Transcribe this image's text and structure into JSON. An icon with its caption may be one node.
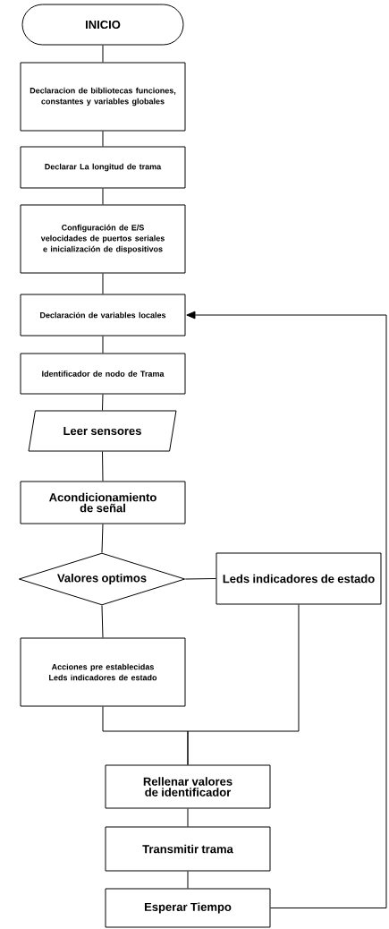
{
  "diagram": {
    "nodes": [
      {
        "text": [
          "INICIO"
        ]
      },
      {
        "text": [
          "Declaracion de bibliotecas funciones, constantes y variables globales"
        ]
      },
      {
        "text": [
          "Declarar La longitud de trama"
        ]
      },
      {
        "text": [
          "Configuración de E/S velocidades de puertos seriales e inicialización de dispositivos"
        ]
      },
      {
        "text": [
          "Declaración de variables locales"
        ]
      },
      {
        "text": [
          "Identificador de nodo de Trama"
        ]
      },
      {
        "text": [
          "Leer sensores"
        ]
      },
      {
        "text": [
          "Acondicionamiento de señal"
        ]
      },
      {
        "text": [
          "Valores optimos"
        ]
      },
      {
        "text": [
          "Leds indicadores de estado"
        ]
      },
      {
        "text": [
          "Acciones pre establecidas Leds indicadores de estado"
        ]
      },
      {
        "text": [
          "Rellenar valores de identificador"
        ]
      },
      {
        "text": [
          "Transmitir trama"
        ]
      },
      {
        "text": [
          "Esperar Tiempo"
        ]
      }
    ],
    "edges": [
      {
        "from": 0,
        "to": 1,
        "arrow": "none"
      },
      {
        "from": 1,
        "to": 2,
        "arrow": "none"
      },
      {
        "from": 2,
        "to": 3,
        "arrow": "none"
      },
      {
        "from": 3,
        "to": 4,
        "arrow": "none"
      },
      {
        "from": 4,
        "to": 5,
        "arrow": "none"
      },
      {
        "from": 5,
        "to": 6,
        "arrow": "none"
      },
      {
        "from": 6,
        "to": 7,
        "arrow": "none"
      },
      {
        "from": 7,
        "to": 8,
        "arrow": "none"
      },
      {
        "from": 8,
        "to": 9,
        "arrow": "none"
      },
      {
        "from": 8,
        "to": 10,
        "arrow": "none"
      },
      {
        "from": 10,
        "to": 11,
        "arrow": "none"
      },
      {
        "from": 9,
        "to": 11,
        "arrow": "none"
      },
      {
        "from": 11,
        "to": 12,
        "arrow": "none"
      },
      {
        "from": 12,
        "to": 13,
        "arrow": "none"
      },
      {
        "from": 13,
        "to": 4,
        "arrow": "to"
      }
    ]
  }
}
